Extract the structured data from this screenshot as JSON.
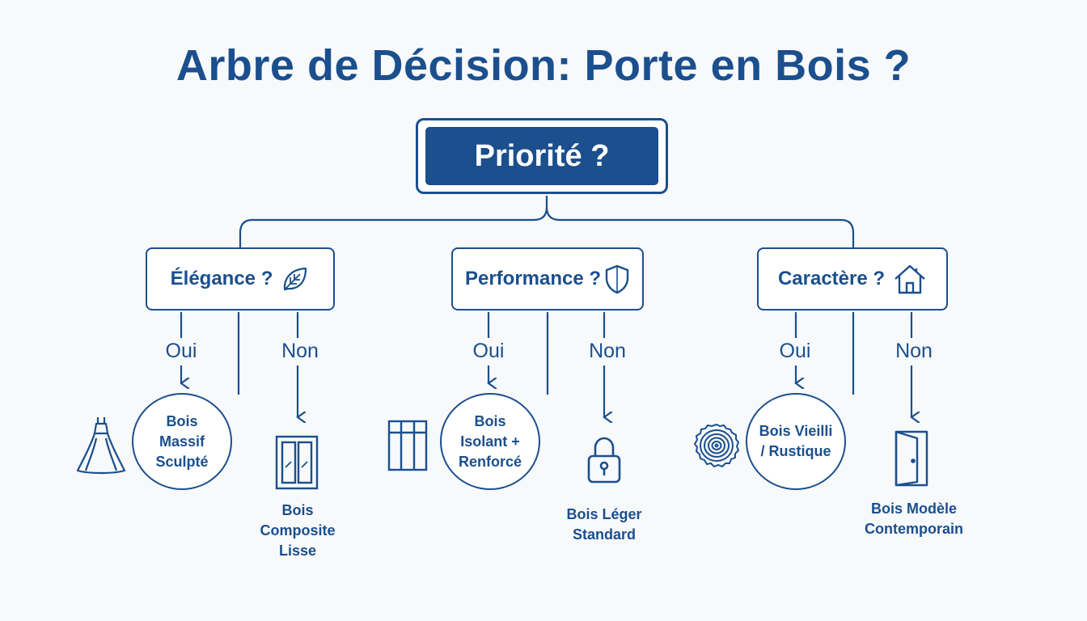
{
  "diagram": {
    "title": "Arbre de Décision: Porte en Bois ?",
    "root": {
      "label": "Priorité ?"
    },
    "branches": [
      {
        "question": "Élégance ?",
        "question_icon": "leaf-icon",
        "yes_label": "Oui",
        "no_label": "Non",
        "yes_result": "Bois Massif Sculpté",
        "yes_icon": "dress-icon",
        "no_result": "Bois Composite Lisse",
        "no_icon": "window-icon"
      },
      {
        "question": "Performance ?",
        "question_icon": "shield-icon",
        "yes_label": "Oui",
        "no_label": "Non",
        "yes_result": "Bois Isolant + Renforcé",
        "yes_icon": "panel-door-icon",
        "no_result": "Bois Léger Standard",
        "no_icon": "padlock-icon"
      },
      {
        "question": "Caractère ?",
        "question_icon": "house-icon",
        "yes_label": "Oui",
        "no_label": "Non",
        "yes_result": "Bois Vieilli / Rustique",
        "yes_icon": "tree-rings-icon",
        "no_result": "Bois Modèle Contemporain",
        "no_icon": "open-door-icon"
      }
    ],
    "colors": {
      "primary": "#1b4f8d",
      "background": "#f7f9fb"
    }
  }
}
